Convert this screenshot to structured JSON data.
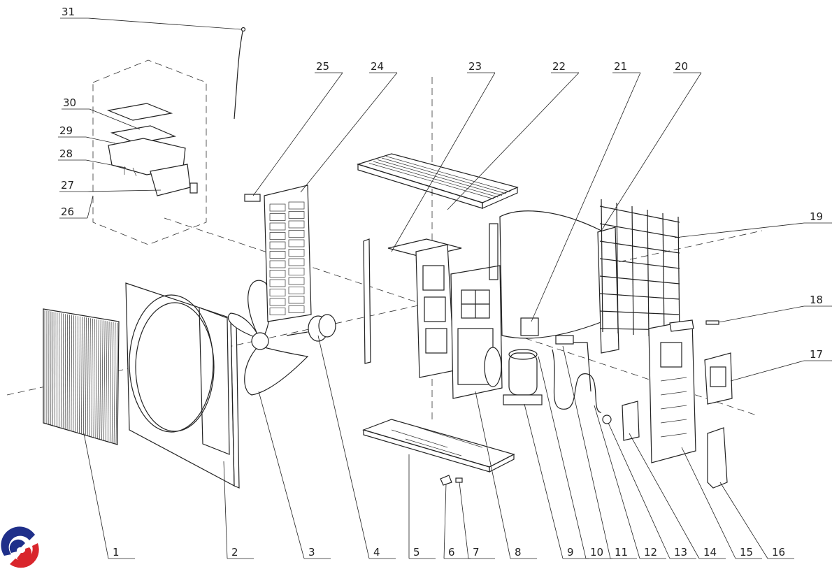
{
  "diagram": {
    "type": "exploded-parts-view",
    "part_labels": [
      "1",
      "2",
      "3",
      "4",
      "5",
      "6",
      "7",
      "8",
      "9",
      "10",
      "11",
      "12",
      "13",
      "14",
      "15",
      "16",
      "17",
      "18",
      "19",
      "20",
      "21",
      "22",
      "23",
      "24",
      "25",
      "26",
      "27",
      "28",
      "29",
      "30",
      "31"
    ]
  },
  "logo": {
    "colors": {
      "blue": "#1f2f8a",
      "red": "#d9262c"
    }
  }
}
